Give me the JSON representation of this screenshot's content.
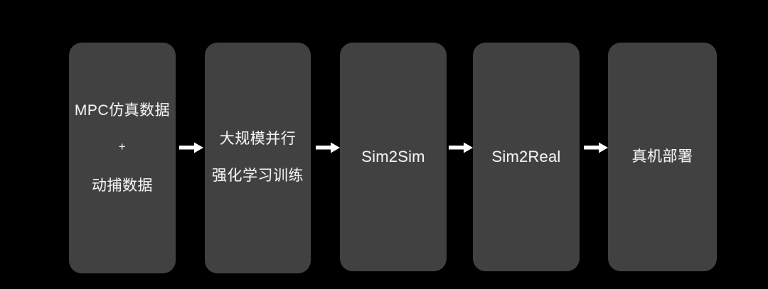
{
  "diagram": {
    "title": "",
    "background_color": "#000000",
    "box_color": "#414141",
    "text_color": "#f2f2f2",
    "arrow_color": "#ffffff",
    "stages": [
      {
        "id": "stage-1",
        "lines": [
          "MPC仿真数据",
          "+",
          "动捕数据"
        ]
      },
      {
        "id": "stage-2",
        "lines": [
          "大规模并行",
          "强化学习训练"
        ]
      },
      {
        "id": "stage-3",
        "lines": [
          "Sim2Sim"
        ]
      },
      {
        "id": "stage-4",
        "lines": [
          "Sim2Real"
        ]
      },
      {
        "id": "stage-5",
        "lines": [
          "真机部署"
        ]
      }
    ],
    "connectors": [
      {
        "id": "arrow-1",
        "from": "stage-1",
        "to": "stage-2",
        "glyph": "arrow-right-icon"
      },
      {
        "id": "arrow-2",
        "from": "stage-2",
        "to": "stage-3",
        "glyph": "arrow-right-icon"
      },
      {
        "id": "arrow-3",
        "from": "stage-3",
        "to": "stage-4",
        "glyph": "arrow-right-icon"
      },
      {
        "id": "arrow-4",
        "from": "stage-4",
        "to": "stage-5",
        "glyph": "arrow-right-icon"
      }
    ]
  }
}
